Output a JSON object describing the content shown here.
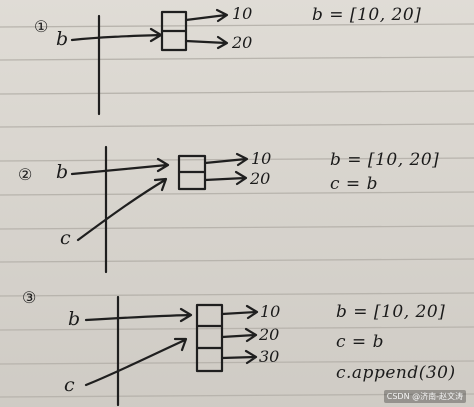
{
  "panels": [
    {
      "step": "①",
      "vars": [
        "b"
      ],
      "values": [
        "10",
        "20"
      ],
      "code": [
        "b = [10, 20]"
      ]
    },
    {
      "step": "②",
      "vars": [
        "b",
        "c"
      ],
      "values": [
        "10",
        "20"
      ],
      "code": [
        "b = [10, 20]",
        "c = b"
      ]
    },
    {
      "step": "③",
      "vars": [
        "b",
        "c"
      ],
      "values": [
        "10",
        "20",
        "30"
      ],
      "code": [
        "b = [10, 20]",
        "c = b",
        "c.append(30)"
      ]
    }
  ],
  "watermark": "CSDN @济南-赵文涛"
}
